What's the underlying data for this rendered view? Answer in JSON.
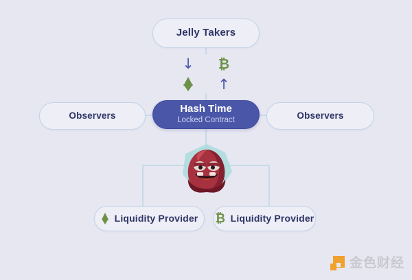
{
  "diagram": {
    "background_color": "#e7e7f2",
    "nodes": {
      "jelly_takers": {
        "label": "Jelly Takers"
      },
      "htlc": {
        "title": "Hash Time",
        "subtitle": "Locked Contract",
        "fill_color": "#4a57a8"
      },
      "observers_left": {
        "label": "Observers"
      },
      "observers_right": {
        "label": "Observers"
      },
      "liquidity_provider_eth": {
        "label": "Liquidity Provider",
        "icon": "ethereum-icon"
      },
      "liquidity_provider_btc": {
        "label": "Liquidity Provider",
        "icon": "bitcoin-icon"
      }
    },
    "flow_icons": [
      {
        "name": "arrow-down-icon",
        "glyph": "↓",
        "color": "#4a57a8"
      },
      {
        "name": "bitcoin-icon",
        "glyph": "₿",
        "color": "#6e9148"
      },
      {
        "name": "ethereum-icon",
        "glyph": "",
        "color": "#6e9148"
      },
      {
        "name": "arrow-up-icon",
        "glyph": "↑",
        "color": "#4a57a8"
      }
    ],
    "mascot": {
      "name": "jelly-mascot",
      "body_color": "#a33a44",
      "backdrop_color": "#aadbdd"
    },
    "wire_color": "#c3d9e6"
  },
  "watermark": {
    "text": "金色财经",
    "logo_color": "#f0a12e"
  }
}
